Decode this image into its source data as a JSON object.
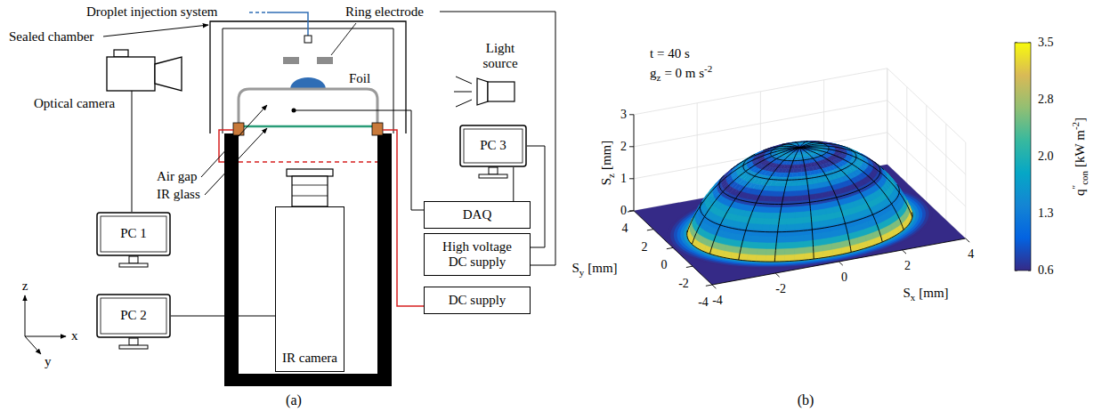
{
  "diagram": {
    "nodes": [
      {
        "text": [
          "PC 1"
        ]
      },
      {
        "text": [
          "PC 2"
        ]
      },
      {
        "text": [
          "PC 3"
        ]
      },
      {
        "text": [
          "DAQ"
        ]
      },
      {
        "text": [
          "High voltage DC supply"
        ]
      },
      {
        "text": [
          "DC supply"
        ]
      },
      {
        "text": [
          "IR camera"
        ]
      }
    ],
    "edges": [
      {
        "from": 2,
        "to": 3,
        "arrow": "none"
      },
      {
        "from": 2,
        "to": 4,
        "arrow": "none"
      },
      {
        "from": 1,
        "to": 6,
        "arrow": "none"
      }
    ],
    "labels": [
      "Droplet injection system",
      "Ring electrode",
      "Sealed chamber",
      "Foil",
      "Light source",
      "Optical camera",
      "Air gap",
      "IR glass",
      "z",
      "x",
      "y",
      "(a)",
      "t = 40 s",
      "g",
      "z",
      "= 0 m s",
      "-2",
      "3",
      "2",
      "1",
      "0",
      "S",
      "z",
      "[mm]",
      "4",
      "2",
      "0",
      "-2",
      "-4",
      "S",
      "y",
      "[mm]",
      "-4",
      "-2",
      "0",
      "2",
      "4",
      "S",
      "x",
      "[mm]",
      "3.5",
      "2.8",
      "2.0",
      "1.3",
      "0.6",
      "q",
      "′′",
      "con",
      "[kW m",
      "-2",
      "]",
      "(b)"
    ]
  }
}
